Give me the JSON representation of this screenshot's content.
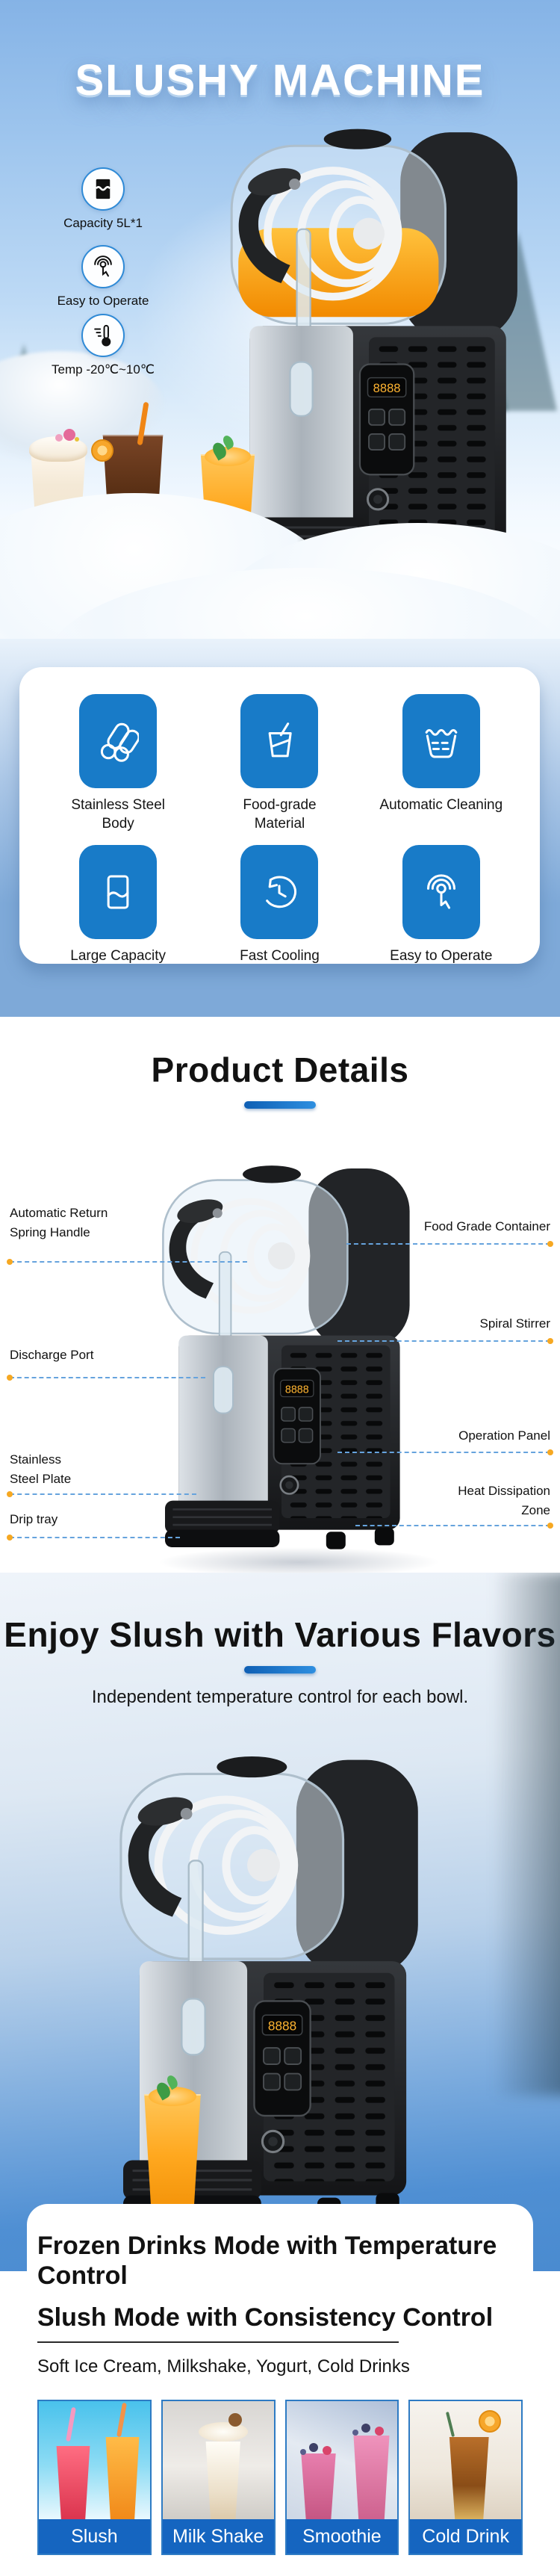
{
  "hero": {
    "title": "SLUSHY MACHINE",
    "badges": [
      {
        "icon": "capacity-icon",
        "label": "Capacity 5L*1"
      },
      {
        "icon": "touch-icon",
        "label": "Easy to Operate"
      },
      {
        "icon": "thermometer-icon",
        "label": "Temp -20℃~10℃"
      }
    ]
  },
  "features": {
    "items": [
      {
        "icon": "steel-pipes-icon",
        "label": "Stainless Steel Body"
      },
      {
        "icon": "cup-straw-icon",
        "label": "Food-grade Material"
      },
      {
        "icon": "wash-basin-icon",
        "label": "Automatic Cleaning"
      },
      {
        "icon": "container-wave-icon",
        "label": "Large Capacity"
      },
      {
        "icon": "clock-icon",
        "label": "Fast Cooling"
      },
      {
        "icon": "touch-icon",
        "label": "Easy to Operate"
      }
    ]
  },
  "product_details": {
    "heading": "Product Details",
    "callouts": {
      "left": [
        {
          "line1": "Automatic Return",
          "line2": "Spring Handle"
        },
        {
          "line1": "Discharge Port",
          "line2": ""
        },
        {
          "line1": "Stainless",
          "line2": "Steel Plate"
        },
        {
          "line1": "Drip tray",
          "line2": ""
        }
      ],
      "right": [
        {
          "line1": "Food Grade Container",
          "line2": ""
        },
        {
          "line1": "Spiral Stirrer",
          "line2": ""
        },
        {
          "line1": "Operation Panel",
          "line2": ""
        },
        {
          "line1": "Heat Dissipation",
          "line2": "Zone"
        }
      ]
    }
  },
  "flavors": {
    "heading": "Enjoy Slush with Various Flavors",
    "subheading": "Independent temperature control for each bowl."
  },
  "modes": {
    "heading_line1": "Frozen Drinks Mode with Temperature Control",
    "heading_line2": "Slush Mode with Consistency Control",
    "subtext": "Soft Ice Cream, Milkshake, Yogurt, Cold Drinks",
    "drinks": [
      {
        "label": "Slush"
      },
      {
        "label": "Milk Shake"
      },
      {
        "label": "Smoothie"
      },
      {
        "label": "Cold Drink"
      }
    ]
  },
  "machine": {
    "display_digits": "8888"
  },
  "colors": {
    "tile_blue": "#187bc8",
    "bar_blue": "#1565c0",
    "band_blue": "#7ea9d8",
    "callout_line": "#66a3dd",
    "callout_dot": "#f6a822",
    "display_digits": "#ffb431"
  }
}
